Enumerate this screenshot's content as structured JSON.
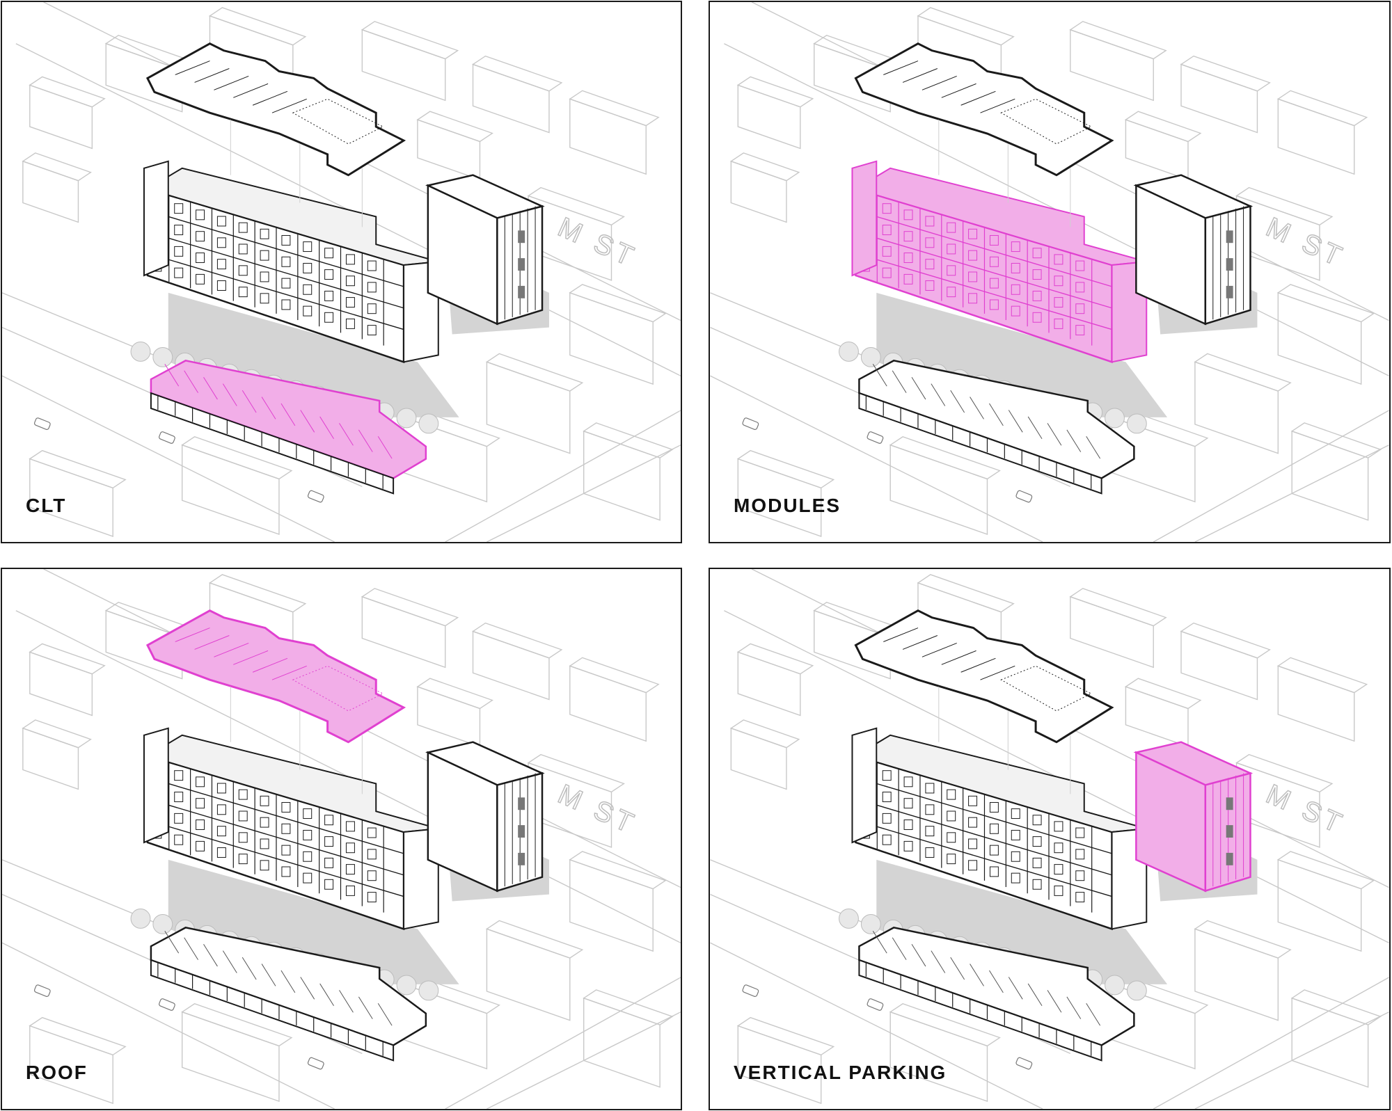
{
  "panels": [
    {
      "id": "clt",
      "label": "CLT",
      "highlight": "clt"
    },
    {
      "id": "modules",
      "label": "MODULES",
      "highlight": "modules"
    },
    {
      "id": "roof",
      "label": "ROOF",
      "highlight": "roof"
    },
    {
      "id": "parking",
      "label": "VERTICAL PARKING",
      "highlight": "parking"
    }
  ],
  "street_label": "M ST",
  "colors": {
    "highlight_fill": "#f2aee8",
    "highlight_stroke": "#e040d0",
    "context_stroke": "#c8c8c8",
    "shadow": "#d4d4d4",
    "line": "#1a1a1a"
  }
}
